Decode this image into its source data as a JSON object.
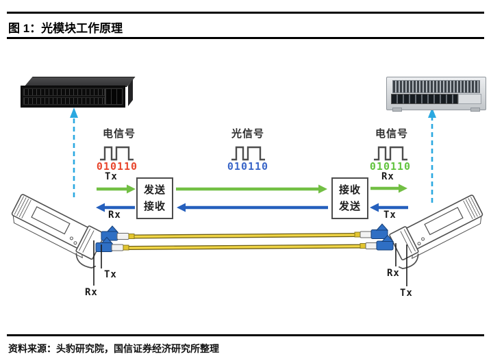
{
  "figure": {
    "title": "图 1：光模块工作原理",
    "source": "资料来源：头豹研究院，国信证券经济研究所整理"
  },
  "diagram": {
    "signals": [
      {
        "label": "电信号",
        "bits": "010110",
        "color": "#e8472e"
      },
      {
        "label": "光信号",
        "bits": "010110",
        "color": "#3a66c8"
      },
      {
        "label": "电信号",
        "bits": "010110",
        "color": "#62c33e"
      }
    ],
    "left_module_box": {
      "line1": "发送",
      "line2": "接收"
    },
    "right_module_box": {
      "line1": "接收",
      "line2": "发送"
    },
    "labels": {
      "tx": "Tx",
      "rx": "Rx"
    },
    "colors": {
      "dashed_arrow": "#2aa8e0",
      "tx_green": "#72bf44",
      "rx_blue": "#2660bd",
      "waveform_gray": "#4d4d4d",
      "fiber_yellow": "#f0d545",
      "connector_blue": "#2f6fc4"
    }
  }
}
